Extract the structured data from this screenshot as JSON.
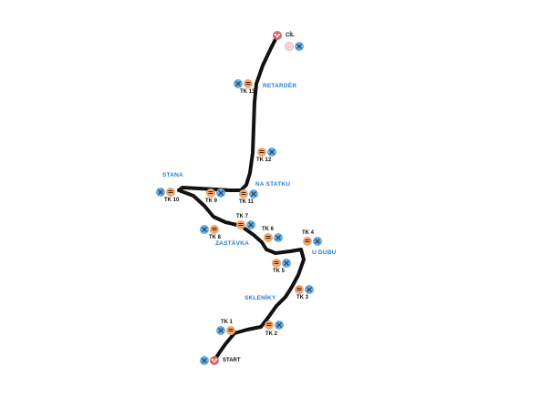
{
  "icons": {
    "marshal": "marshal-icon",
    "tools": "tools-icon",
    "finish": "finish-flag-icon",
    "start": "start-flag-icon",
    "clock": "clock-icon"
  },
  "colors": {
    "route": "#111111",
    "place_label": "#2a7fd1",
    "tools_badge": "#67aee6",
    "marshal_badge": "#f3a56a",
    "flag_badge": "#d8676c",
    "clock_badge": "#f2b4b4"
  },
  "markers": {
    "cil": "CÍL",
    "start": "START",
    "tk13": "TK 13",
    "tk12": "TK 12",
    "tk11": "TK 11",
    "tk10": "TK 10",
    "tk9": "TK 9",
    "tk8": "TK 8",
    "tk7": "TK 7",
    "tk6": "TK 6",
    "tk5": "TK 5",
    "tk4": "TK 4",
    "tk3": "TK 3",
    "tk2": "TK 2",
    "tk1": "TK 1"
  },
  "places": {
    "retarder": "RETARDÉR",
    "stana": "STANA",
    "na_statku": "NA STATKU",
    "zastavka": "ZASTÁVKA",
    "u_dubu": "U DUBU",
    "skleniky": "SKLENÍKY"
  }
}
